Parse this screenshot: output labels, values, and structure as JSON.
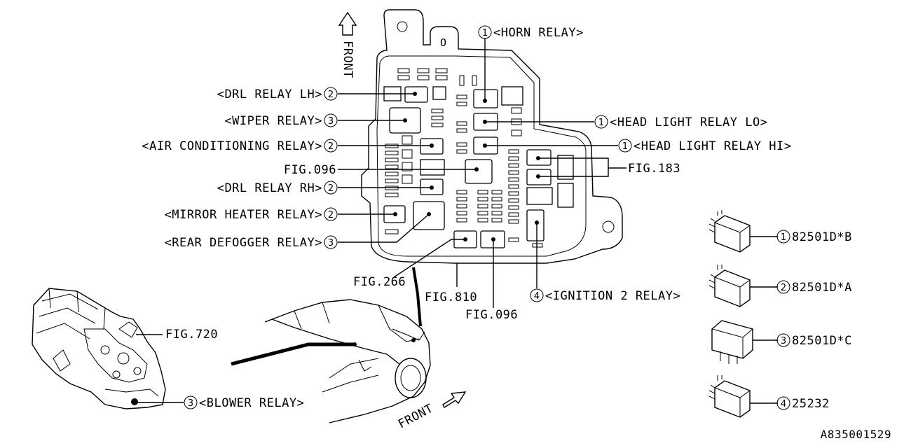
{
  "labels": {
    "horn_relay": "<HORN RELAY>",
    "drl_relay_lh": "<DRL RELAY LH>",
    "wiper_relay": "<WIPER RELAY>",
    "air_conditioning_relay": "<AIR CONDITIONING RELAY>",
    "fig096_left": "FIG.096",
    "drl_relay_rh": "<DRL RELAY RH>",
    "mirror_heater_relay": "<MIRROR HEATER RELAY>",
    "rear_defogger_relay": "<REAR DEFOGGER RELAY>",
    "head_light_relay_lo": "<HEAD LIGHT RELAY LO>",
    "head_light_relay_hi": "<HEAD LIGHT RELAY HI>",
    "fig183": "FIG.183",
    "ignition_2_relay": "<IGNITION 2 RELAY>",
    "fig266": "FIG.266",
    "fig810": "FIG.810",
    "fig096_bottom": "FIG.096",
    "fig720": "FIG.720",
    "blower_relay": "<BLOWER RELAY>",
    "front_top": "FRONT",
    "front_bottom": "FRONT",
    "diagram_id": "A835001529"
  },
  "callout_numbers": {
    "horn": "1",
    "drl_lh": "2",
    "wiper": "3",
    "ac": "2",
    "drl_rh": "2",
    "mirror": "2",
    "defogger": "3",
    "lo": "1",
    "hi": "1",
    "ignition": "4",
    "blower": "3"
  },
  "parts_legend": [
    {
      "number": "1",
      "part": "82501D*B"
    },
    {
      "number": "2",
      "part": "82501D*A"
    },
    {
      "number": "3",
      "part": "82501D*C"
    },
    {
      "number": "4",
      "part": "25232"
    }
  ]
}
